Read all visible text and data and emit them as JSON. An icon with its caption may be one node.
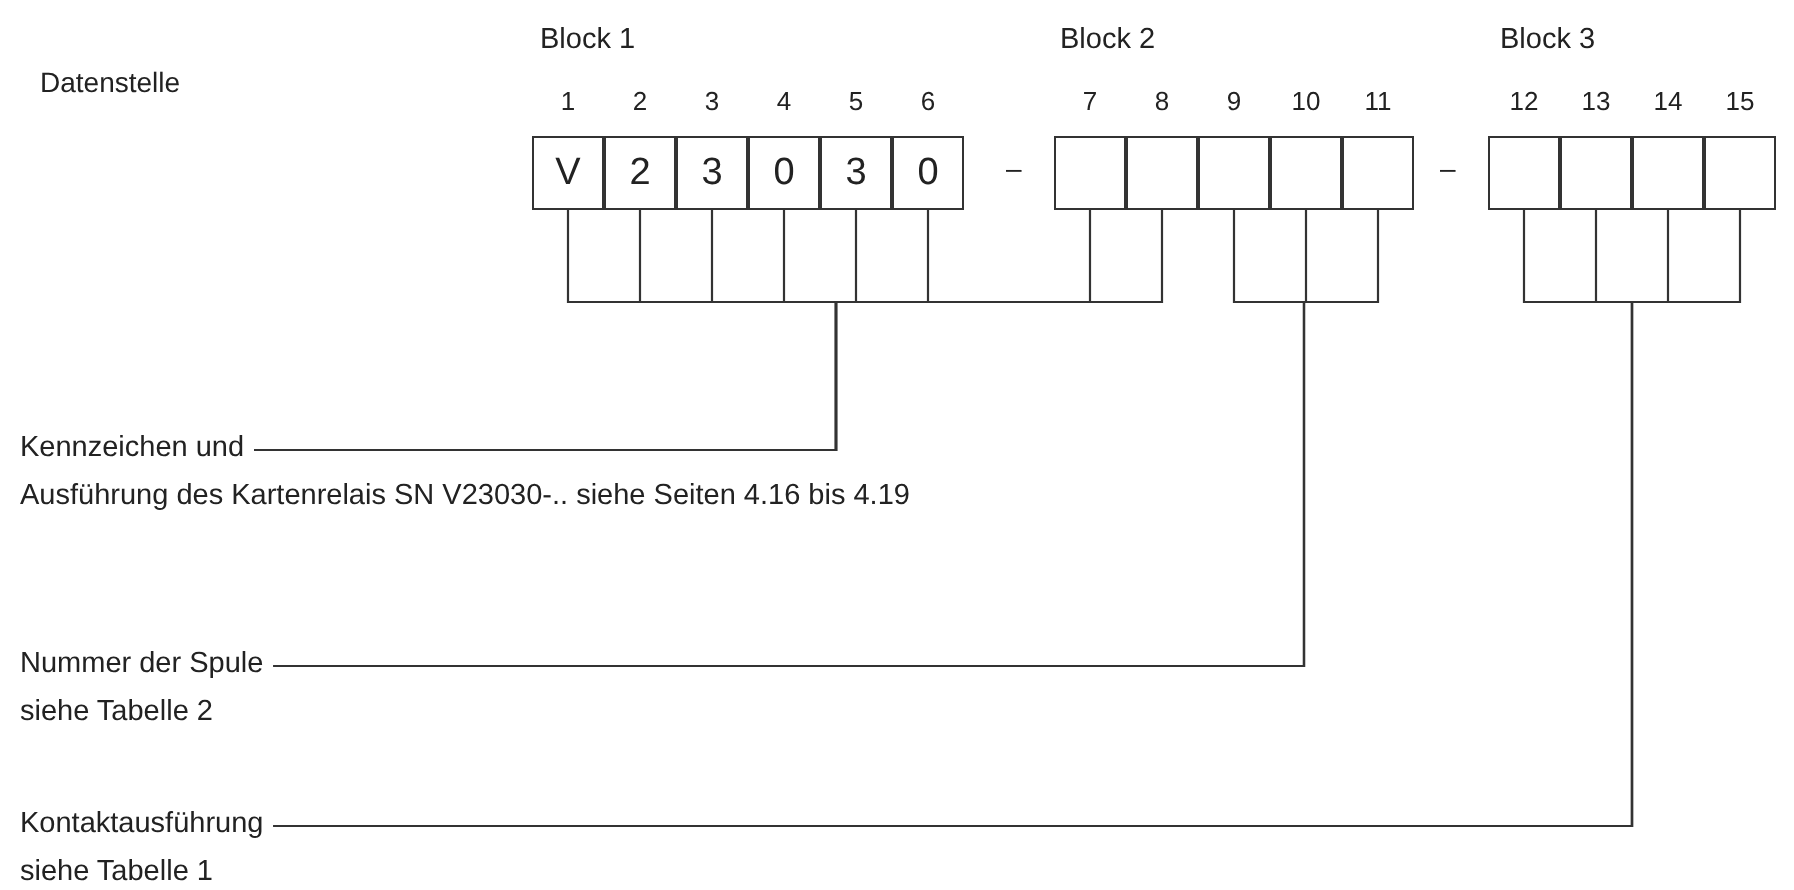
{
  "diagram": {
    "nodes": [
      {
        "text": [
          "V"
        ],
        "beside": [
          "1"
        ]
      },
      {
        "text": [
          "2"
        ],
        "beside": [
          "2"
        ]
      },
      {
        "text": [
          "3"
        ],
        "beside": [
          "3"
        ]
      },
      {
        "text": [
          "0"
        ],
        "beside": [
          "4"
        ]
      },
      {
        "text": [
          "3"
        ],
        "beside": [
          "5"
        ]
      },
      {
        "text": [
          "0"
        ],
        "beside": [
          "6"
        ]
      },
      {
        "text": [],
        "shape": "box",
        "beside": [
          "7"
        ]
      },
      {
        "text": [],
        "shape": "box",
        "beside": [
          "8"
        ]
      },
      {
        "text": [],
        "shape": "box",
        "beside": [
          "9"
        ]
      },
      {
        "text": [],
        "shape": "box",
        "beside": [
          "10"
        ]
      },
      {
        "text": [],
        "shape": "box",
        "beside": [
          "11"
        ]
      },
      {
        "text": [],
        "shape": "box",
        "beside": [
          "12"
        ]
      },
      {
        "text": [],
        "shape": "box",
        "beside": [
          "13"
        ]
      },
      {
        "text": [],
        "shape": "box",
        "beside": [
          "14"
        ]
      },
      {
        "text": [],
        "shape": "box",
        "beside": [
          "15"
        ]
      },
      {
        "text": [
          "Kennzeichen und",
          "Ausführung des Kartenrelais SN V23030-.. siehe Seiten 4.16 bis 4.19"
        ]
      },
      {
        "text": [
          "Nummer der Spule",
          "siehe Tabelle 2"
        ]
      },
      {
        "text": [
          "Kontaktausführung",
          "siehe Tabelle 1"
        ]
      }
    ],
    "edges": [
      {
        "from": 15,
        "to": 0,
        "arrow": "none"
      },
      {
        "from": 15,
        "to": 1,
        "arrow": "none"
      },
      {
        "from": 15,
        "to": 2,
        "arrow": "none"
      },
      {
        "from": 15,
        "to": 3,
        "arrow": "none"
      },
      {
        "from": 15,
        "to": 4,
        "arrow": "none"
      },
      {
        "from": 15,
        "to": 5,
        "arrow": "none"
      },
      {
        "from": 15,
        "to": 6,
        "arrow": "none"
      },
      {
        "from": 15,
        "to": 7,
        "arrow": "none"
      },
      {
        "from": 16,
        "to": 8,
        "arrow": "none"
      },
      {
        "from": 16,
        "to": 9,
        "arrow": "none"
      },
      {
        "from": 16,
        "to": 10,
        "arrow": "none"
      },
      {
        "from": 17,
        "to": 11,
        "arrow": "none"
      },
      {
        "from": 17,
        "to": 12,
        "arrow": "none"
      },
      {
        "from": 17,
        "to": 13,
        "arrow": "none"
      },
      {
        "from": 17,
        "to": 14,
        "arrow": "none"
      }
    ],
    "labels": [
      "Block 1",
      "Block 2",
      "Block 3",
      "Datenstelle",
      "–",
      "–"
    ]
  }
}
